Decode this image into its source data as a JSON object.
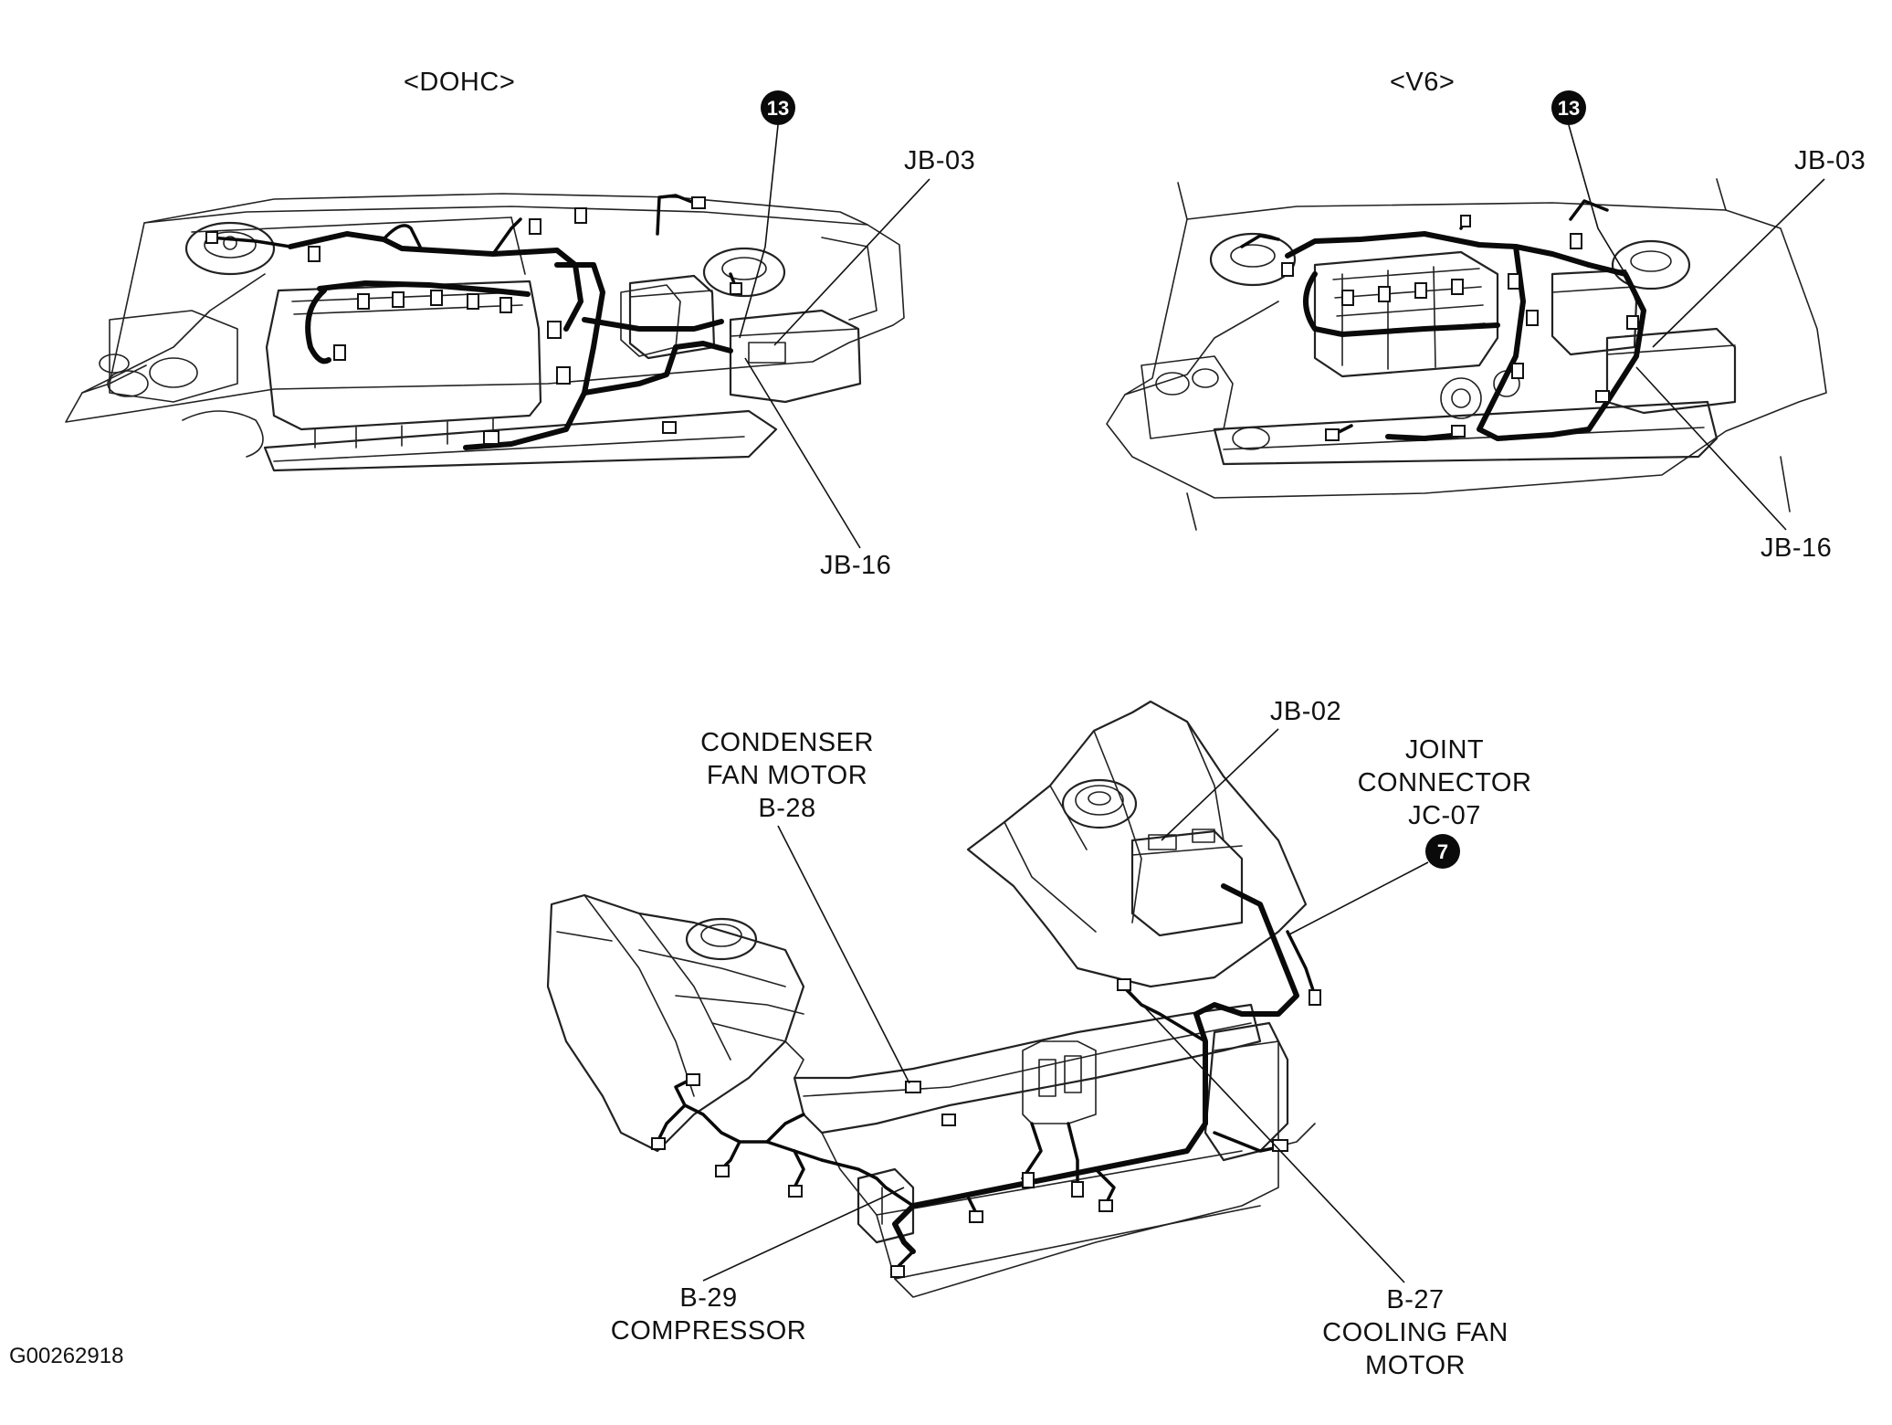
{
  "diagram_id": "G00262918",
  "views": {
    "dohc": {
      "title": "<DOHC>",
      "badge": "13",
      "labels": {
        "jb03": "JB-03",
        "jb16": "JB-16"
      }
    },
    "v6": {
      "title": "<V6>",
      "badge": "13",
      "labels": {
        "jb03": "JB-03",
        "jb16": "JB-16"
      }
    },
    "front": {
      "badge": "7",
      "condenser": [
        "CONDENSER",
        "FAN MOTOR",
        "B-28"
      ],
      "jb02": "JB-02",
      "joint": [
        "JOINT",
        "CONNECTOR",
        "JC-07"
      ],
      "cooling": [
        "B-27",
        "COOLING FAN",
        "MOTOR"
      ],
      "compressor": [
        "B-29",
        "COMPRESSOR"
      ]
    }
  }
}
